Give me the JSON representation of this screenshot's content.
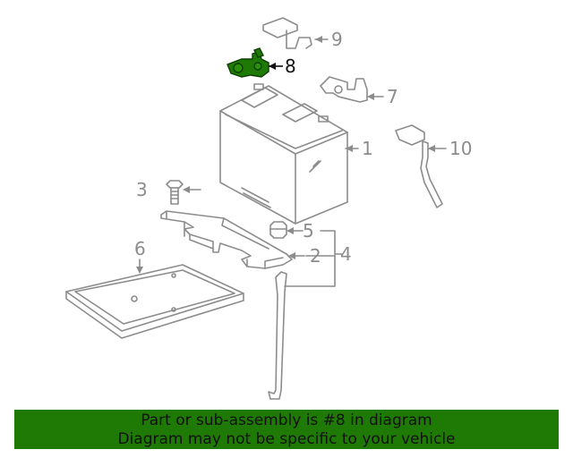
{
  "callouts": {
    "c1": "1",
    "c2": "2",
    "c3": "3",
    "c4": "4",
    "c5": "5",
    "c6": "6",
    "c7": "7",
    "c8": "8",
    "c9": "9",
    "c10": "10"
  },
  "highlight_part": "8",
  "colors": {
    "line": "#8c8c8c",
    "highlight_part": "#1f7a05",
    "banner_bg": "#1f7a05",
    "banner_text": "#111111"
  },
  "banner": {
    "line1": "Part or sub-assembly is #8 in diagram",
    "line2": "Diagram may not be specific to your vehicle"
  }
}
